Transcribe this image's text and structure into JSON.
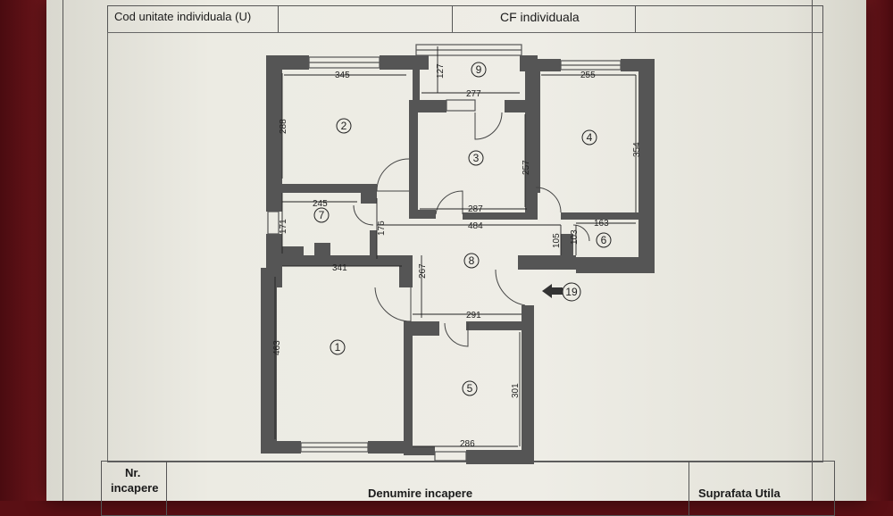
{
  "header": {
    "cod_label": "Cod unitate individuala (U)",
    "cf_label": "CF individuala"
  },
  "footer": {
    "nr_label": "Nr.",
    "incapere_label": "incapere",
    "denumire_label": "Denumire incapere",
    "suprafata_label": "Suprafata Utila"
  },
  "plan": {
    "rooms": [
      "1",
      "2",
      "3",
      "4",
      "5",
      "6",
      "7",
      "8",
      "9",
      "19"
    ],
    "dimensions": {
      "r2_width": "345",
      "r2_height": "288",
      "r9_width": "277",
      "r9_height": "127",
      "r4_width": "255",
      "r4_height": "354",
      "r3_width": "287",
      "r3_height": "257",
      "r7_width": "245",
      "r7_height": "171",
      "hall_height": "176",
      "hall_width": "484",
      "r6_width": "163",
      "r6_h1": "105",
      "r6_h2": "103",
      "r1_width": "341",
      "r1_height": "463",
      "corridor_height": "267",
      "r5_width": "291",
      "r5_height": "301",
      "r5_bottom": "286"
    }
  }
}
